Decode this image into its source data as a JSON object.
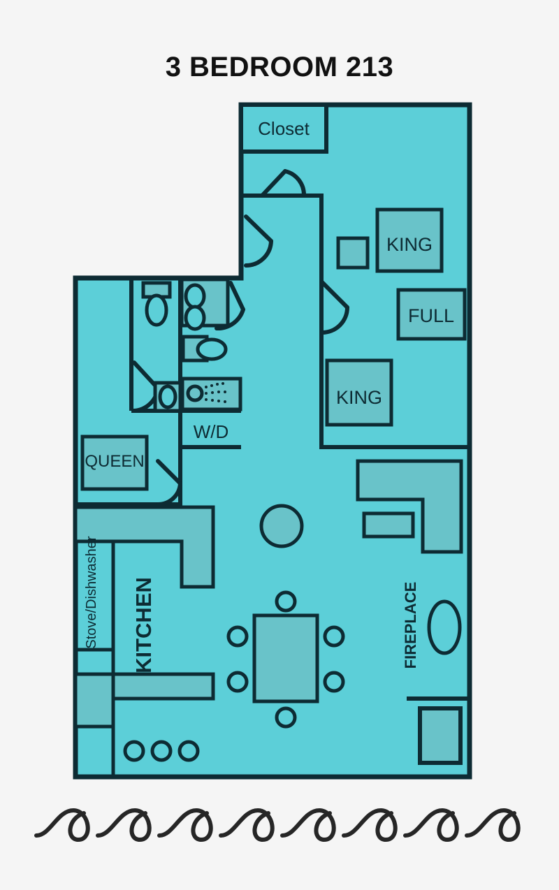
{
  "document": {
    "title": "3 BEDROOM 213",
    "type": "floor-plan"
  },
  "colors": {
    "background": "#f5f5f5",
    "floor_fill": "#5ccfd8",
    "furniture_fill": "#69c3c9",
    "wall_stroke": "#0d2b33",
    "title_color": "#111111",
    "wave_color": "#262626"
  },
  "rooms": [
    {
      "id": "closet",
      "label": "Closet",
      "label_size": 26,
      "orientation": "horizontal"
    },
    {
      "id": "bedroom-king-1",
      "label": "KING",
      "label_size": 27,
      "orientation": "horizontal"
    },
    {
      "id": "bed-full",
      "label": "FULL",
      "label_size": 27,
      "orientation": "horizontal"
    },
    {
      "id": "bedroom-king-2",
      "label": "KING",
      "label_size": 27,
      "orientation": "horizontal"
    },
    {
      "id": "bed-queen",
      "label": "QUEEN",
      "label_size": 24,
      "orientation": "horizontal"
    },
    {
      "id": "laundry",
      "label": "W/D",
      "label_size": 26,
      "orientation": "horizontal"
    },
    {
      "id": "kitchen",
      "label": "KITCHEN",
      "label_size": 31,
      "orientation": "vertical"
    },
    {
      "id": "appliances",
      "label": "Stove/Dishwasher",
      "label_size": 20,
      "orientation": "vertical"
    },
    {
      "id": "living-fireplace",
      "label": "FIREPLACE",
      "label_size": 22,
      "orientation": "vertical"
    }
  ],
  "fixtures": {
    "bathroom": [
      "toilet",
      "double-sink",
      "sink",
      "shower",
      "vanity-sink"
    ],
    "kitchen": [
      "counter",
      "island",
      "bar-stool",
      "bar-stool",
      "bar-stool",
      "stove",
      "dishwasher"
    ],
    "dining": {
      "table": "dining-table",
      "chair_count": 6
    },
    "living": [
      "sectional-sofa",
      "coffee-table",
      "accent-chair",
      "media-cabinet"
    ],
    "bedroom_1": [
      "king-bed",
      "nightstand"
    ],
    "bedroom_2": [
      "king-bed",
      "full-bed"
    ],
    "bedroom_3": [
      "queen-bed"
    ]
  },
  "doors": [
    {
      "id": "closet-door"
    },
    {
      "id": "bedroom-1-door"
    },
    {
      "id": "bathroom-door"
    },
    {
      "id": "bedroom-2-door"
    },
    {
      "id": "bedroom-3-door"
    },
    {
      "id": "vanity-door"
    }
  ],
  "decoration": {
    "wave_count": 8,
    "name": "wave-divider"
  }
}
